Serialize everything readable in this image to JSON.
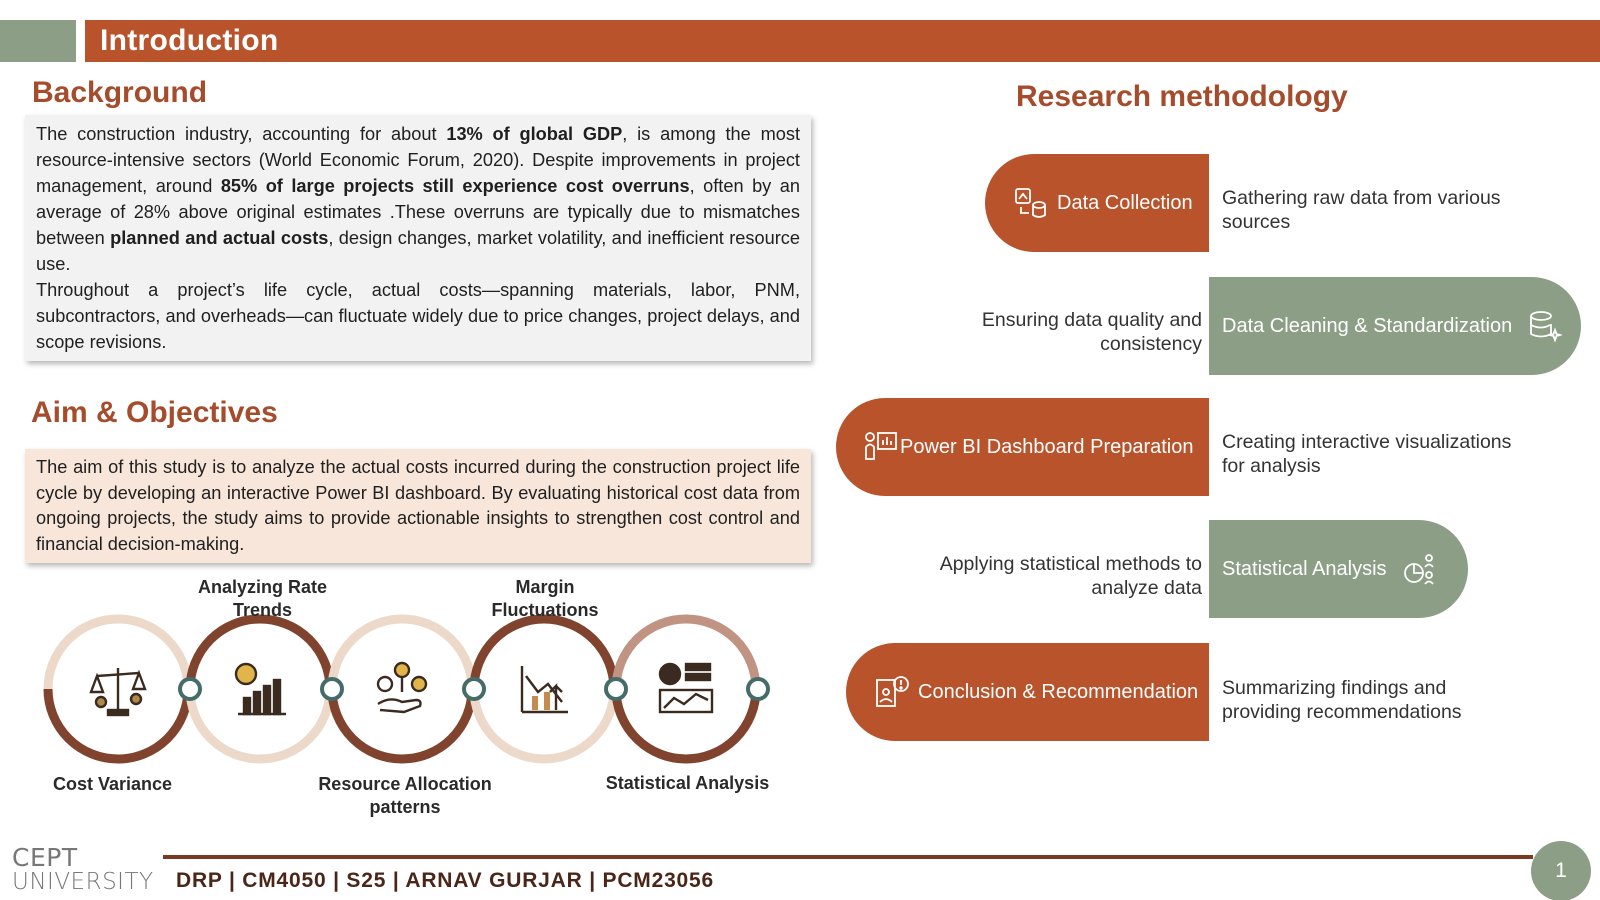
{
  "header": {
    "title": "Introduction"
  },
  "background": {
    "heading": "Background",
    "paragraphs": [
      [
        {
          "t": "The construction industry, accounting for about ",
          "b": false
        },
        {
          "t": "13% of global GDP",
          "b": true
        },
        {
          "t": ", is among the most resource-intensive sectors (World Economic Forum, 2020). Despite improvements in project management, around ",
          "b": false
        },
        {
          "t": "85% of large projects still experience cost overruns",
          "b": true
        },
        {
          "t": ", often by an average of 28% above original estimates .These overruns are typically due to mismatches between ",
          "b": false
        },
        {
          "t": "planned and actual costs",
          "b": true
        },
        {
          "t": ", design changes, market volatility, and inefficient resource use.",
          "b": false
        }
      ],
      [
        {
          "t": "Throughout a project’s life cycle, actual costs—spanning materials, labor, PNM, subcontractors, and overheads—can fluctuate widely due to price changes, project delays, and scope revisions.",
          "b": false
        }
      ]
    ]
  },
  "aim": {
    "heading": "Aim & Objectives",
    "text": "The aim of this study is to analyze the actual costs incurred during the construction project life cycle by developing an interactive Power BI dashboard. By evaluating historical cost data from ongoing projects, the study aims to provide actionable insights to strengthen cost control and financial decision-making."
  },
  "objectives": [
    {
      "label": "Cost Variance",
      "icon": "balance-scale-icon",
      "label_pos": "bottom"
    },
    {
      "label": "Analyzing Rate Trends",
      "icon": "rate-trend-chart-icon",
      "label_pos": "top"
    },
    {
      "label": "Resource Allocation patterns",
      "icon": "resource-allocation-icon",
      "label_pos": "bottom"
    },
    {
      "label": "Margin Fluctuations",
      "icon": "margin-chart-icon",
      "label_pos": "top"
    },
    {
      "label": "Statistical Analysis",
      "icon": "dashboard-analytics-icon",
      "label_pos": "bottom"
    }
  ],
  "methodology": {
    "heading": "Research methodology",
    "steps": [
      {
        "label": "Data Collection",
        "icon": "data-collection-icon",
        "description": "Gathering raw data from various sources",
        "style": "orange"
      },
      {
        "label": "Data Cleaning & Standardization",
        "icon": "database-clean-icon",
        "description": "Ensuring data quality and consistency",
        "style": "green"
      },
      {
        "label": "Power BI Dashboard Preparation",
        "icon": "presentation-dashboard-icon",
        "description": "Creating interactive visualizations for analysis",
        "style": "orange"
      },
      {
        "label": "Statistical Analysis",
        "icon": "statistics-icon",
        "description": "Applying statistical methods to analyze data",
        "style": "green"
      },
      {
        "label": "Conclusion & Recommendation",
        "icon": "recommendation-icon",
        "description": "Summarizing findings and providing recommendations",
        "style": "orange"
      }
    ]
  },
  "footer": {
    "logo_line1": "CEPT",
    "logo_line2": "UNIVERSITY",
    "text": "DRP | CM4050 | S25 | ARNAV GURJAR | PCM23056",
    "page_number": "1"
  },
  "colors": {
    "accent_orange": "#b8532c",
    "accent_green": "#8c9f86",
    "heading_brown": "#a54c2c",
    "ring_dark": "#80432e",
    "ring_light": "#ecd9c9",
    "ring_teal": "#466c6a"
  }
}
